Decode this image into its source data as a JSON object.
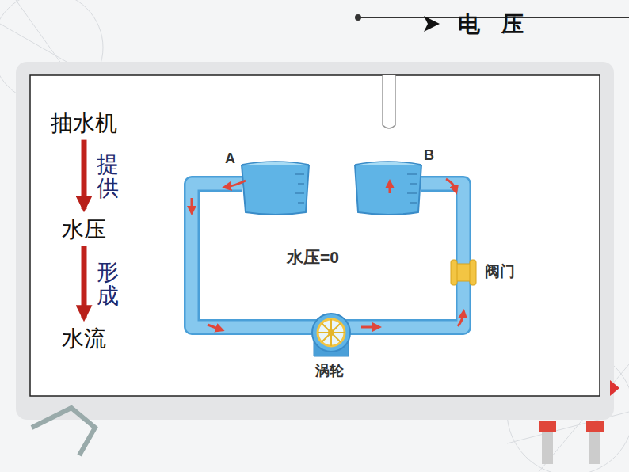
{
  "diagram": {
    "title": "电 压",
    "nodes": [
      {
        "text": [
          "抽水机"
        ]
      },
      {
        "text": [
          "水压"
        ]
      },
      {
        "text": [
          "水流"
        ]
      }
    ],
    "edges": [
      {
        "from": 0,
        "to": 1,
        "arrow": "to",
        "label": "提供"
      },
      {
        "from": 1,
        "to": 2,
        "arrow": "to",
        "label": "形成"
      }
    ],
    "labels": [
      "A",
      "B",
      "水压=0",
      "阀门",
      "涡轮"
    ]
  }
}
